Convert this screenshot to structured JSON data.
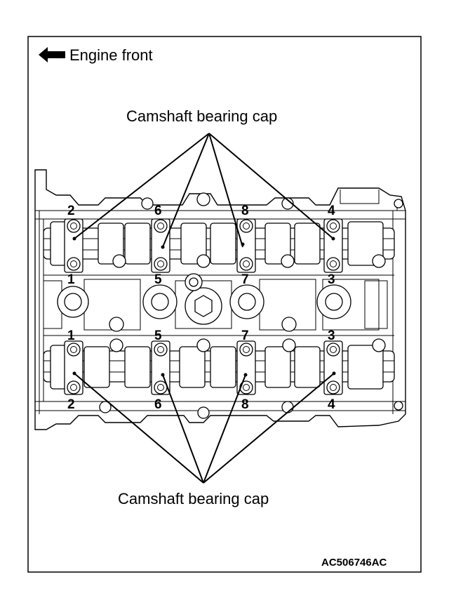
{
  "legend": {
    "arrow_icon": "left-arrow-icon",
    "engine_front_label": "Engine front"
  },
  "callouts": {
    "top_label": "Camshaft bearing cap",
    "bottom_label": "Camshaft bearing cap"
  },
  "bolt_numbers": {
    "upper_row_top": [
      "2",
      "6",
      "8",
      "4"
    ],
    "upper_row_bottom": [
      "1",
      "5",
      "7",
      "3"
    ],
    "lower_row_top": [
      "1",
      "5",
      "7",
      "3"
    ],
    "lower_row_bottom": [
      "2",
      "6",
      "8",
      "4"
    ]
  },
  "figure_code": "AC506746AC"
}
